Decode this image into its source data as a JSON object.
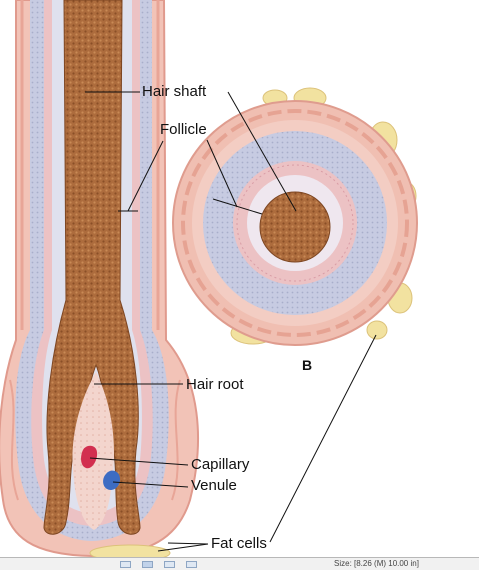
{
  "labels": {
    "hair_shaft": "Hair shaft",
    "follicle": "Follicle",
    "hair_root": "Hair root",
    "capillary": "Capillary",
    "venule": "Venule",
    "fat_cells": "Fat cells",
    "panel_b": "B"
  },
  "statusbar": {
    "text": "Size: [8.26 (M) 10.00 in]"
  },
  "icons": [
    "single-page-view-icon",
    "continuous-view-icon",
    "facing-pages-icon",
    "continuous-facing-icon"
  ],
  "colors": {
    "hair": "#a86a3c",
    "sheath_pink": "#e8aaa0",
    "inner_blue": "#c9cbe2",
    "fat": "#f2e2a0",
    "capillary": "#d3304e",
    "venule": "#3f6fc2"
  }
}
